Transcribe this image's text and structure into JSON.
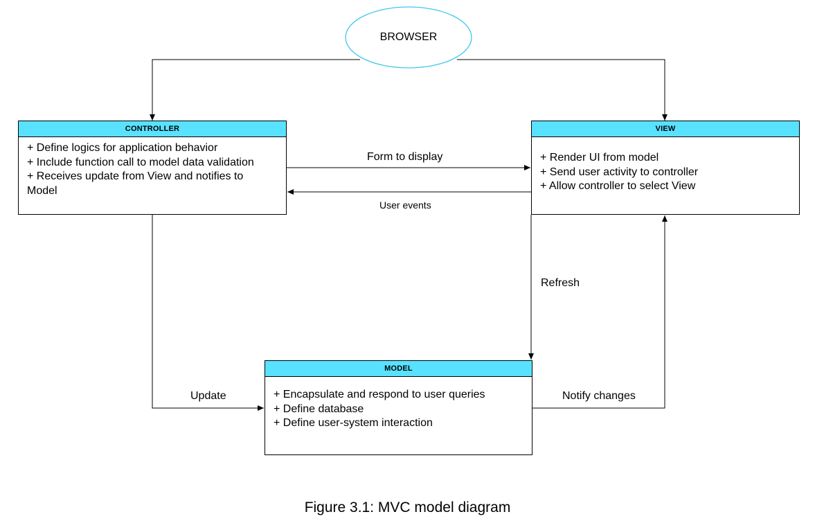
{
  "browser": {
    "label": "BROWSER"
  },
  "controller": {
    "title": "CONTROLLER",
    "lines": [
      "+ Define logics for application behavior",
      "+ Include function call to model data validation",
      "+ Receives update from View and notifies to",
      "Model"
    ]
  },
  "view": {
    "title": "VIEW",
    "lines": [
      "+ Render UI from model",
      "+ Send user activity to controller",
      "+ Allow controller to select View"
    ]
  },
  "model": {
    "title": "MODEL",
    "lines": [
      "+ Encapsulate and respond to user queries",
      "+ Define database",
      "+ Define user-system interaction"
    ]
  },
  "edges": {
    "form_to_display": "Form to display",
    "user_events": "User events",
    "refresh": "Refresh",
    "update": "Update",
    "notify_changes": "Notify changes"
  },
  "colors": {
    "header_fill": "#58e2ff",
    "browser_stroke": "#3fc8ee",
    "line": "#000000"
  },
  "caption": "Figure 3.1: MVC model diagram"
}
